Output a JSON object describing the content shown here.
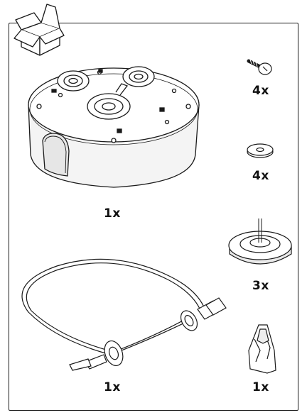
{
  "items": {
    "housing_qty": "1x",
    "screw_qty": "4x",
    "washer_qty": "4x",
    "grommet_qty": "3x",
    "cable_qty": "1x",
    "clip_qty": "1x"
  }
}
